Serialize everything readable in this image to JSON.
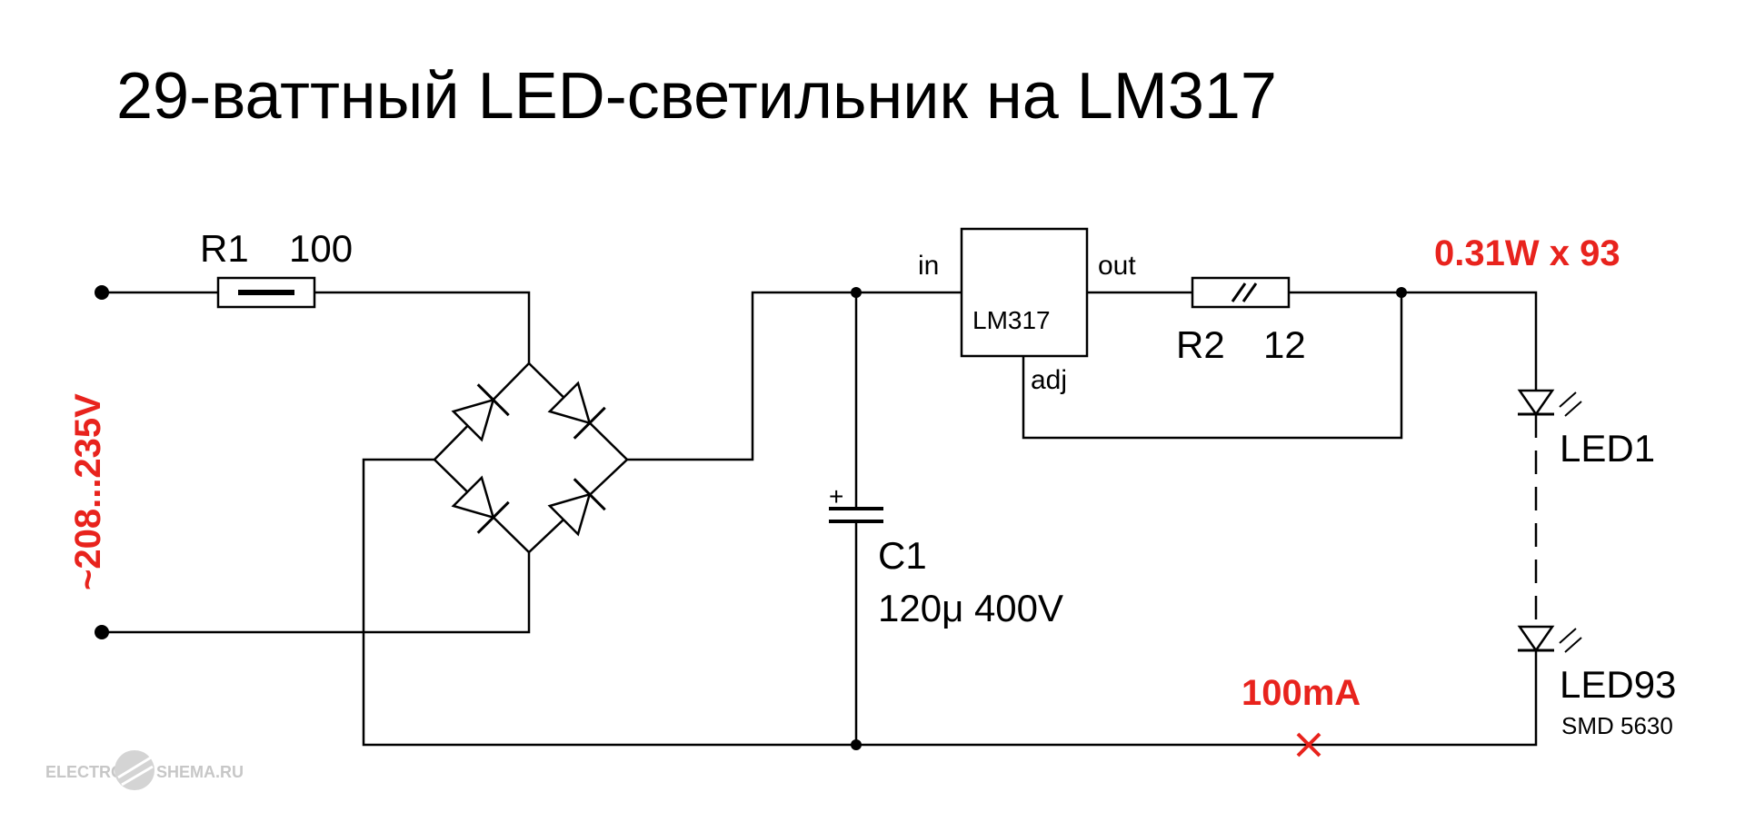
{
  "title": "29-ваттный LED-светильник на LM317",
  "input_voltage": "~208...235V",
  "r1": {
    "name": "R1",
    "value": "100"
  },
  "c1": {
    "name": "C1",
    "value": "120μ 400V",
    "plus": "+"
  },
  "regulator": {
    "name": "LM317",
    "pin_in": "in",
    "pin_out": "out",
    "pin_adj": "adj"
  },
  "r2": {
    "name": "R2",
    "value": "12"
  },
  "led_power": "0.31W x 93",
  "led_first": "LED1",
  "led_last": "LED93",
  "led_type": "SMD 5630",
  "current": "100mA",
  "watermark": {
    "left": "ELECTRO",
    "right": "SHEMA.RU"
  },
  "colors": {
    "accent": "#e8231d",
    "line": "#000000",
    "watermark": "#c7c7c7"
  }
}
